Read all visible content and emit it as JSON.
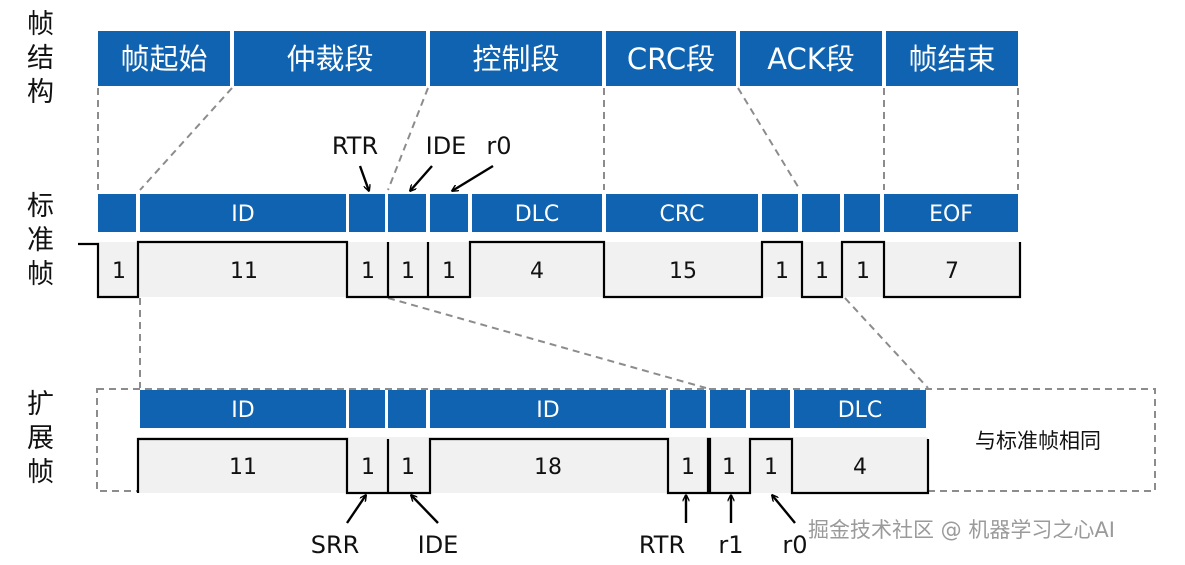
{
  "row_labels": {
    "frame_structure": [
      "帧",
      "结",
      "构"
    ],
    "standard_frame": [
      "标",
      "准",
      "帧"
    ],
    "extended_frame": [
      "扩",
      "展",
      "帧"
    ]
  },
  "segments": [
    "帧起始",
    "仲裁段",
    "控制段",
    "CRC段",
    "ACK段",
    "帧结束"
  ],
  "standard_fields": [
    "",
    "ID",
    "",
    "",
    "",
    "DLC",
    "CRC",
    "",
    "",
    "",
    "EOF"
  ],
  "standard_bits": [
    "1",
    "11",
    "1",
    "1",
    "1",
    "4",
    "15",
    "1",
    "1",
    "1",
    "7"
  ],
  "extended_fields": [
    "ID",
    "",
    "",
    "ID",
    "",
    "",
    "",
    "DLC"
  ],
  "extended_bits": [
    "11",
    "1",
    "1",
    "18",
    "1",
    "1",
    "1",
    "4"
  ],
  "same_as_standard": "与标准帧相同",
  "annotations": {
    "rtr_top": "RTR",
    "ide_top": "IDE",
    "r0_top": "r0",
    "srr": "SRR",
    "ide_bottom": "IDE",
    "rtr_bottom": "RTR",
    "r1": "r1",
    "r0_bottom": "r0"
  },
  "watermark": "掘金技术社区 @ 机器学习之心AI",
  "colors": {
    "blue": "#0f63b0",
    "cell": "#f1f1f1",
    "line": "#000000",
    "dash": "#8c8c8c"
  }
}
